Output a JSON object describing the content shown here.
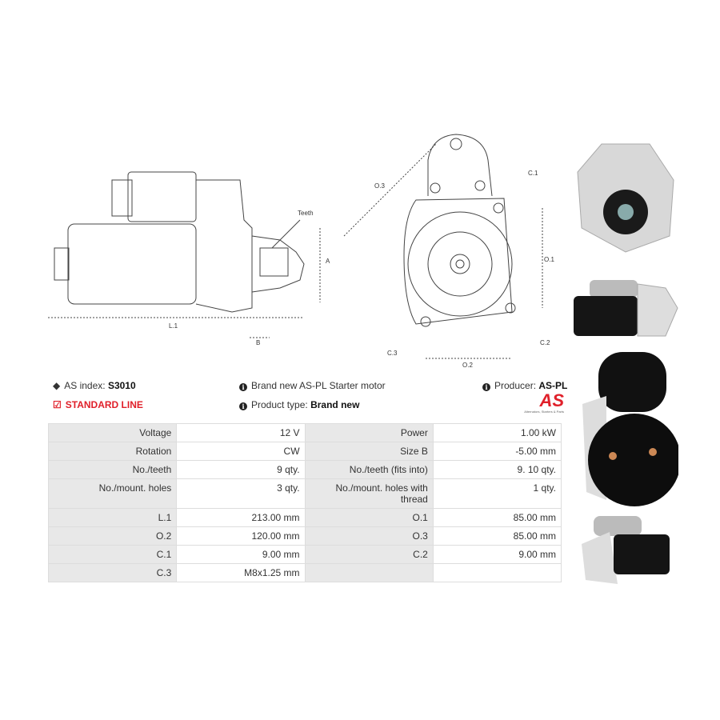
{
  "drawing_labels": {
    "teeth": "Teeth",
    "a": "A",
    "l1": "L.1",
    "b": "B",
    "o3": "O.3",
    "c1": "C.1",
    "o1": "O.1",
    "c3": "C.3",
    "c2": "C.2",
    "o2": "O.2"
  },
  "info": {
    "as_index_label": "AS index:",
    "as_index_value": "S3010",
    "standard_line": "STANDARD LINE",
    "description": "Brand new AS-PL Starter motor",
    "product_type_label": "Product type:",
    "product_type_value": "Brand new",
    "producer_label": "Producer:",
    "producer_value": "AS-PL",
    "logo_text": "AS",
    "logo_tagline": "Alternators, Starters & Parts"
  },
  "colors": {
    "accent": "#e0202a",
    "header_cell": "#e8e8e8"
  },
  "specs": [
    [
      "Voltage",
      "12 V",
      "Power",
      "1.00 kW"
    ],
    [
      "Rotation",
      "CW",
      "Size B",
      "-5.00 mm"
    ],
    [
      "No./teeth",
      "9 qty.",
      "No./teeth (fits into)",
      "9. 10 qty."
    ],
    [
      "No./mount. holes",
      "3 qty.",
      "No./mount. holes with thread",
      "1 qty."
    ],
    [
      "L.1",
      "213.00 mm",
      "O.1",
      "85.00 mm"
    ],
    [
      "O.2",
      "120.00 mm",
      "O.3",
      "85.00 mm"
    ],
    [
      "C.1",
      "9.00 mm",
      "C.2",
      "9.00 mm"
    ],
    [
      "C.3",
      "M8x1.25 mm",
      "",
      ""
    ]
  ]
}
